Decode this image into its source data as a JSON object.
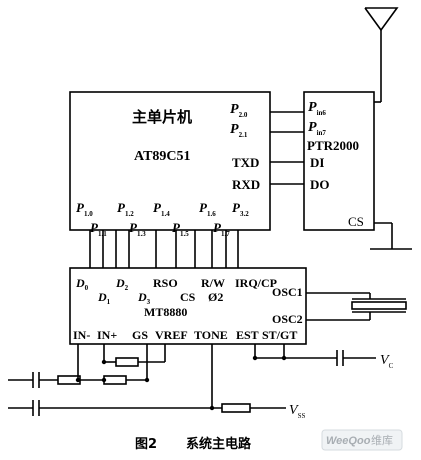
{
  "mcu": {
    "title": "主单片机",
    "model": "AT89C51",
    "txd": "TXD",
    "rxd": "RXD",
    "p20": "P",
    "p20_sub": "2.0",
    "p21": "P",
    "p21_sub": "2.1",
    "bottom_pins": [
      {
        "p": "P",
        "sub": "1.0"
      },
      {
        "p": "P",
        "sub": "1.1"
      },
      {
        "p": "P",
        "sub": "1.2"
      },
      {
        "p": "P",
        "sub": "1.3"
      },
      {
        "p": "P",
        "sub": "1.4"
      },
      {
        "p": "P",
        "sub": "1.5"
      },
      {
        "p": "P",
        "sub": "1.6"
      },
      {
        "p": "P",
        "sub": "1.7"
      },
      {
        "p": "P",
        "sub": "3.2"
      }
    ]
  },
  "rf": {
    "model": "PTR2000",
    "pin_in6": "P",
    "pin_in6_sub": "in6",
    "pin_in7": "P",
    "pin_in7_sub": "in7",
    "di": "DI",
    "do": "DO",
    "cs": "CS"
  },
  "dtmf": {
    "model": "MT8880",
    "d0": "D",
    "d0_sub": "0",
    "d1": "D",
    "d1_sub": "1",
    "d2": "D",
    "d2_sub": "2",
    "d3": "D",
    "d3_sub": "3",
    "rso": "RSO",
    "rw": "R/W",
    "irq": "IRQ/CP",
    "phi2": "Ø2",
    "cs": "CS",
    "osc1": "OSC1",
    "osc2": "OSC2",
    "in_minus": "IN-",
    "in_plus": "IN+",
    "gs": "GS",
    "vref": "VREF",
    "tone": "TONE",
    "est": "EST",
    "stgt": "ST/GT"
  },
  "supply": {
    "vc": "V",
    "vc_sub": "C",
    "vss": "V",
    "vss_sub": "SS"
  },
  "caption": {
    "fig": "图2",
    "title": "系统主电路"
  },
  "watermark": {
    "brand": "WeeQoo",
    "site": "维库"
  }
}
